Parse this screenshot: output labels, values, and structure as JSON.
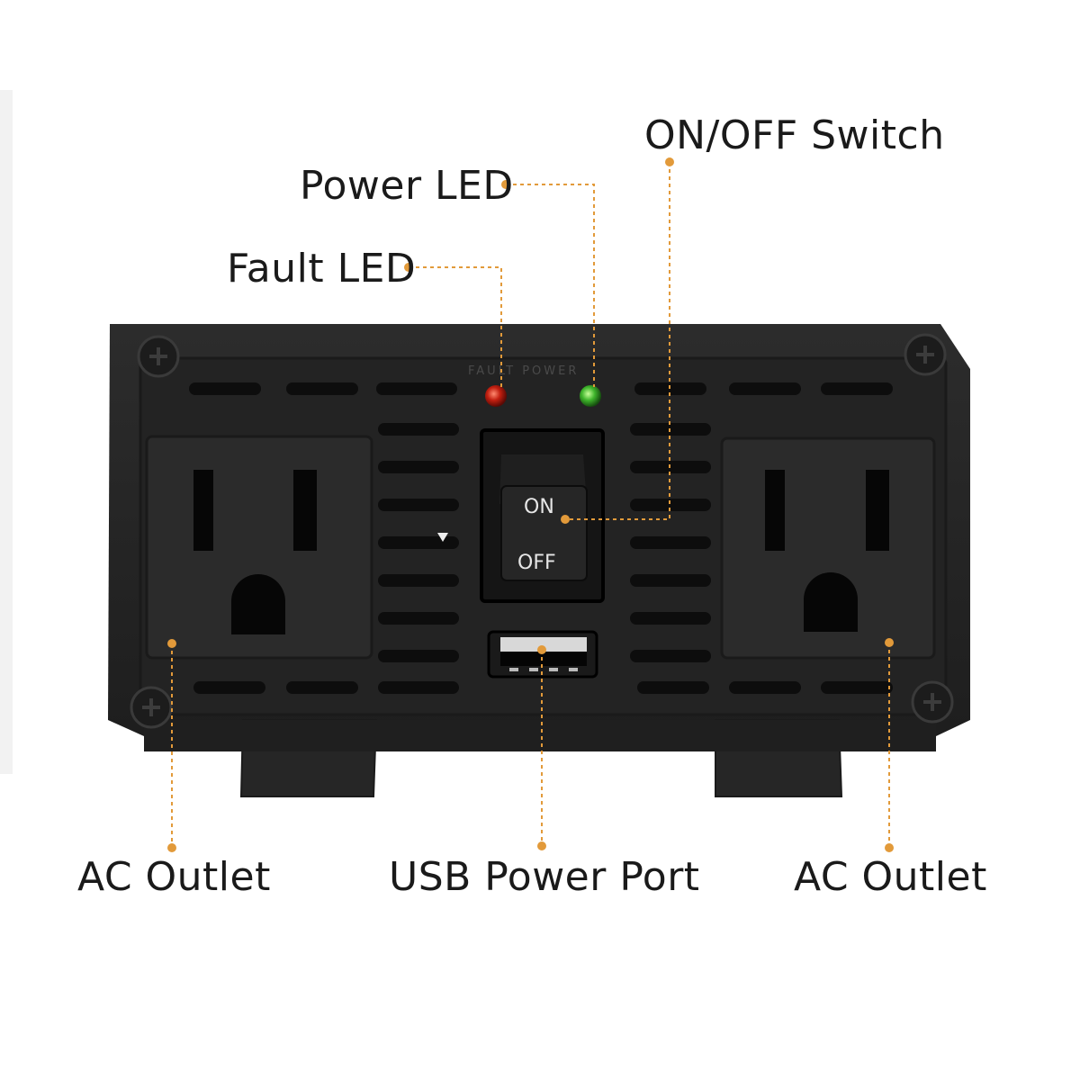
{
  "callouts": {
    "fault_led": "Fault LED",
    "power_led": "Power LED",
    "switch": "ON/OFF Switch",
    "ac_outlet_left": "AC Outlet",
    "usb_port": "USB Power Port",
    "ac_outlet_right": "AC Outlet"
  },
  "device": {
    "panel_text": "FAULT POWER",
    "switch_on": "ON",
    "switch_off": "OFF"
  },
  "colors": {
    "callout_line": "#e29a3a",
    "body": "#2a2a2a",
    "fault_led": "#c21f10",
    "power_led": "#3fb52c"
  }
}
